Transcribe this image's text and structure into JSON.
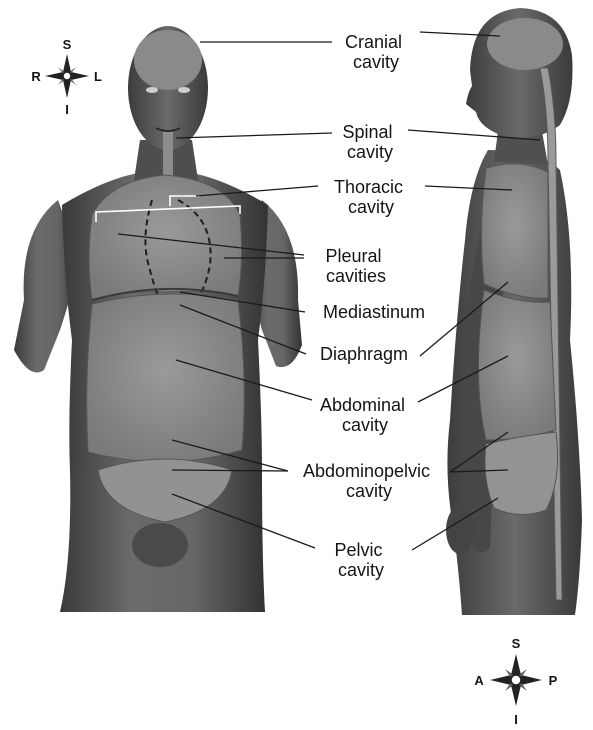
{
  "labels": {
    "cranial": [
      "Cranial",
      "cavity"
    ],
    "spinal": [
      "Spinal",
      "cavity"
    ],
    "thoracic": [
      "Thoracic",
      "cavity"
    ],
    "pleural": [
      "Pleural",
      "cavities"
    ],
    "mediastinum": [
      "Mediastinum"
    ],
    "diaphragm": [
      "Diaphragm"
    ],
    "abdominal": [
      "Abdominal",
      "cavity"
    ],
    "abdominopelvic": [
      "Abdominopelvic",
      "cavity"
    ],
    "pelvic": [
      "Pelvic",
      "cavity"
    ]
  },
  "compass_front": {
    "top": "S",
    "bottom": "I",
    "left": "R",
    "right": "L"
  },
  "compass_side": {
    "top": "S",
    "bottom": "I",
    "left": "A",
    "right": "P"
  }
}
